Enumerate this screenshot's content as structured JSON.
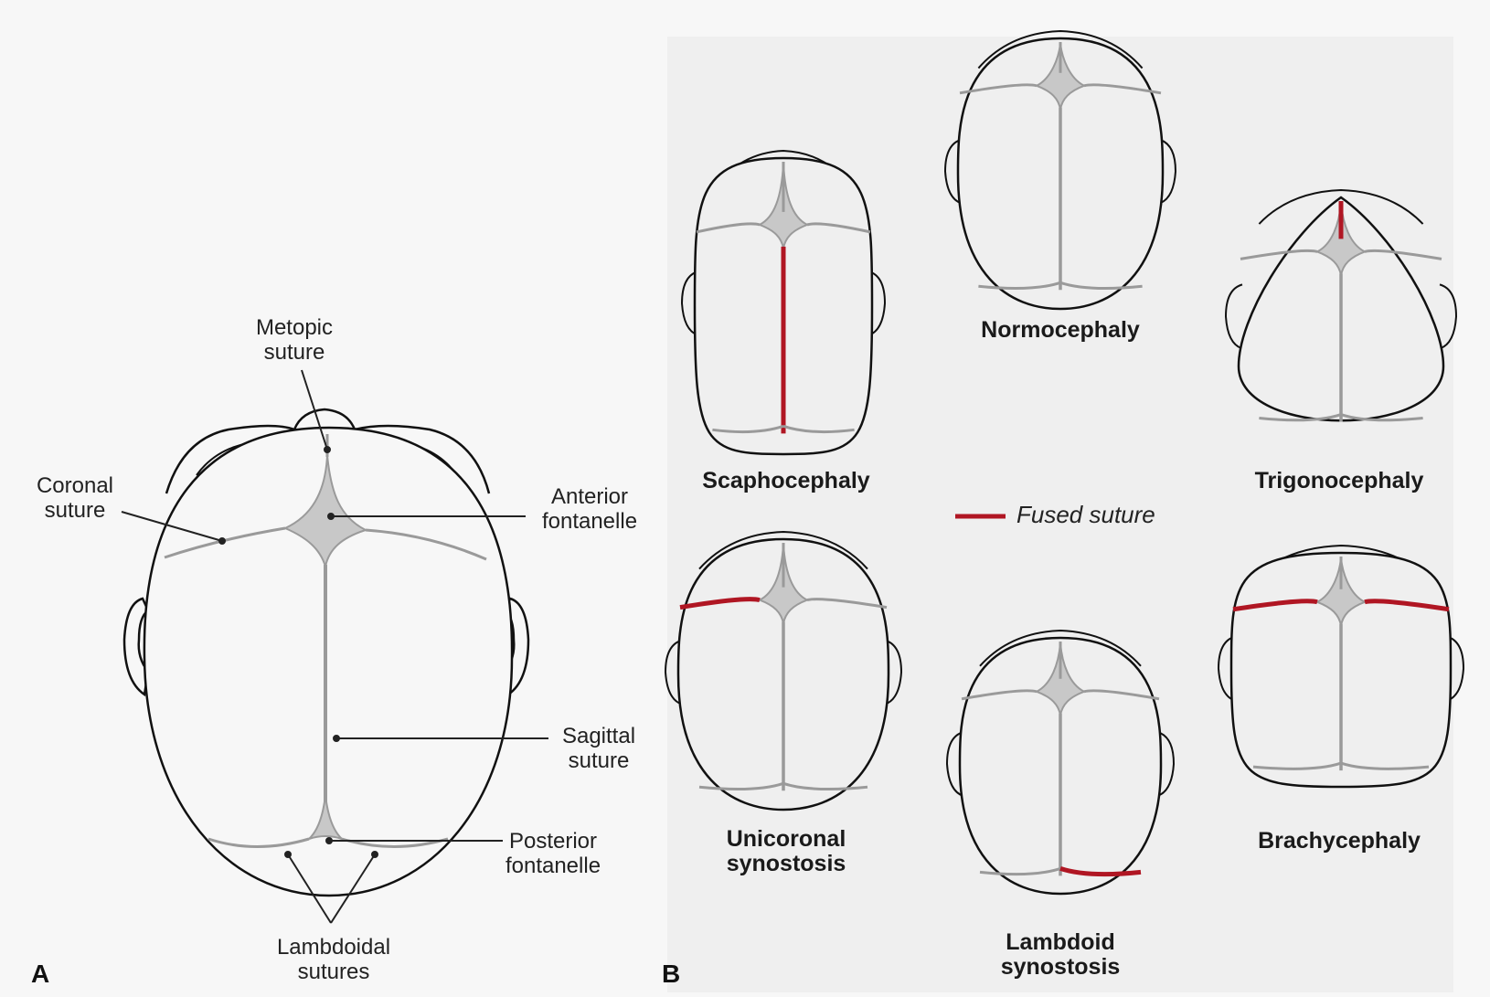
{
  "colors": {
    "fused": "#b01623",
    "suture": "#9a9a9a",
    "fontanelle": "#c8c8c8",
    "outline": "#111111",
    "panel_b_bg": "#efefef"
  },
  "panel_a": {
    "letter": "A",
    "labels": {
      "metopic": "Metopic\nsuture",
      "coronal": "Coronal\nsuture",
      "anterior": "Anterior\nfontanelle",
      "sagittal": "Sagittal\nsuture",
      "posterior": "Posterior\nfontanelle",
      "lambdoidal": "Lambdoidal\nsutures"
    }
  },
  "panel_b": {
    "letter": "B",
    "legend": "Fused suture",
    "conditions": {
      "normo": "Normocephaly",
      "scapho": "Scaphocephaly",
      "trigono": "Trigonocephaly",
      "unicoronal": "Unicoronal\nsynostosis",
      "lambdoid": "Lambdoid\nsynostosis",
      "brachy": "Brachycephaly"
    }
  }
}
